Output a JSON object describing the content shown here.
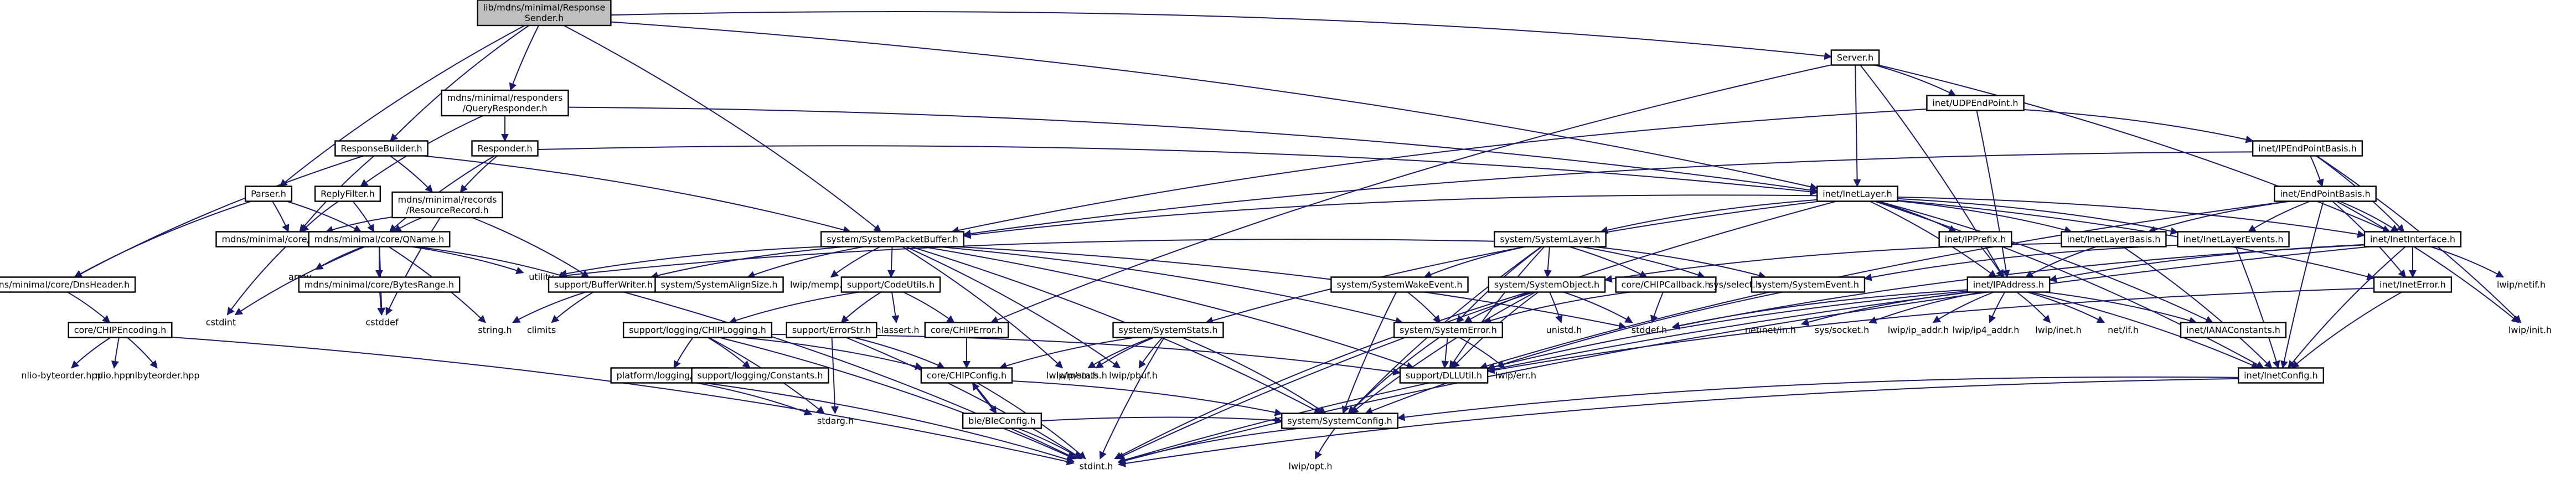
{
  "graph": {
    "colors": {
      "edge": "#191970",
      "root_fill": "#bfbfbf",
      "node_fill": "#ffffff",
      "node_stroke": "#000000"
    },
    "nodes": [
      {
        "id": "root",
        "lines": [
          "lib/mdns/minimal/Response",
          "Sender.h"
        ],
        "root": true
      },
      {
        "id": "server",
        "lines": [
          "Server.h"
        ]
      },
      {
        "id": "qresp",
        "lines": [
          "mdns/minimal/responders",
          "/QueryResponder.h"
        ]
      },
      {
        "id": "udpend",
        "lines": [
          "inet/UDPEndPoint.h"
        ]
      },
      {
        "id": "ipendbasis",
        "lines": [
          "inet/IPEndPointBasis.h"
        ]
      },
      {
        "id": "respbuilder",
        "lines": [
          "ResponseBuilder.h"
        ]
      },
      {
        "id": "responder",
        "lines": [
          "Responder.h"
        ]
      },
      {
        "id": "endbasis",
        "lines": [
          "inet/EndPointBasis.h"
        ]
      },
      {
        "id": "parser",
        "lines": [
          "Parser.h"
        ]
      },
      {
        "id": "replyfilter",
        "lines": [
          "ReplyFilter.h"
        ]
      },
      {
        "id": "resrecord",
        "lines": [
          "mdns/minimal/records",
          "/ResourceRecord.h"
        ]
      },
      {
        "id": "inetlayer",
        "lines": [
          "inet/InetLayer.h"
        ]
      },
      {
        "id": "constants",
        "lines": [
          "mdns/minimal/core/Constants.h"
        ]
      },
      {
        "id": "qname",
        "lines": [
          "mdns/minimal/core/QName.h"
        ]
      },
      {
        "id": "pbuffer",
        "lines": [
          "system/SystemPacketBuffer.h"
        ]
      },
      {
        "id": "syslayer",
        "lines": [
          "system/SystemLayer.h"
        ]
      },
      {
        "id": "ipprefix",
        "lines": [
          "inet/IPPrefix.h"
        ]
      },
      {
        "id": "inetlayerbasis",
        "lines": [
          "inet/InetLayerBasis.h"
        ]
      },
      {
        "id": "inetlayerevents",
        "lines": [
          "inet/InetLayerEvents.h"
        ]
      },
      {
        "id": "inetiface",
        "lines": [
          "inet/InetInterface.h"
        ]
      },
      {
        "id": "dnsheader",
        "lines": [
          "mdns/minimal/core/DnsHeader.h"
        ]
      },
      {
        "id": "array",
        "lines": [
          "array"
        ],
        "plain": true
      },
      {
        "id": "bytesrange",
        "lines": [
          "mdns/minimal/core/BytesRange.h"
        ]
      },
      {
        "id": "utility",
        "lines": [
          "utility"
        ],
        "plain": true
      },
      {
        "id": "bufwriter",
        "lines": [
          "support/BufferWriter.h"
        ]
      },
      {
        "id": "alignsize",
        "lines": [
          "system/SystemAlignSize.h"
        ]
      },
      {
        "id": "lwipmemph",
        "lines": [
          "lwip/memp.h"
        ],
        "plain": true
      },
      {
        "id": "codeutils",
        "lines": [
          "support/CodeUtils.h"
        ]
      },
      {
        "id": "wakeevent",
        "lines": [
          "system/SystemWakeEvent.h"
        ]
      },
      {
        "id": "sysobject",
        "lines": [
          "system/SystemObject.h"
        ]
      },
      {
        "id": "chipcallback",
        "lines": [
          "core/CHIPCallback.h"
        ]
      },
      {
        "id": "sysevent",
        "lines": [
          "system/SystemEvent.h"
        ]
      },
      {
        "id": "sysselect",
        "lines": [
          "sys/select.h"
        ],
        "plain": true
      },
      {
        "id": "ipaddress",
        "lines": [
          "inet/IPAddress.h"
        ]
      },
      {
        "id": "ineterror",
        "lines": [
          "inet/InetError.h"
        ]
      },
      {
        "id": "lwipnetif",
        "lines": [
          "lwip/netif.h"
        ],
        "plain": true
      },
      {
        "id": "cstdint",
        "lines": [
          "cstdint"
        ],
        "plain": true
      },
      {
        "id": "cstddef",
        "lines": [
          "cstddef"
        ],
        "plain": true
      },
      {
        "id": "chipencoding",
        "lines": [
          "core/CHIPEncoding.h"
        ]
      },
      {
        "id": "string",
        "lines": [
          "string.h"
        ],
        "plain": true
      },
      {
        "id": "climits",
        "lines": [
          "climits"
        ],
        "plain": true
      },
      {
        "id": "chiplogging",
        "lines": [
          "support/logging/CHIPLogging.h"
        ]
      },
      {
        "id": "errorstr",
        "lines": [
          "support/ErrorStr.h"
        ]
      },
      {
        "id": "nlassert",
        "lines": [
          "nlassert.h"
        ],
        "plain": true
      },
      {
        "id": "chiperror",
        "lines": [
          "core/CHIPError.h"
        ]
      },
      {
        "id": "sysstats",
        "lines": [
          "system/SystemStats.h"
        ]
      },
      {
        "id": "syserror",
        "lines": [
          "system/SystemError.h"
        ]
      },
      {
        "id": "unistd",
        "lines": [
          "unistd.h"
        ],
        "plain": true
      },
      {
        "id": "stddefh",
        "lines": [
          "stddef.h"
        ],
        "plain": true
      },
      {
        "id": "netinetin",
        "lines": [
          "netinet/in.h"
        ],
        "plain": true
      },
      {
        "id": "syssocket",
        "lines": [
          "sys/socket.h"
        ],
        "plain": true
      },
      {
        "id": "lwipip_addr",
        "lines": [
          "lwip/ip_addr.h"
        ],
        "plain": true
      },
      {
        "id": "lwipip4_addr",
        "lines": [
          "lwip/ip4_addr.h"
        ],
        "plain": true
      },
      {
        "id": "lwipinet",
        "lines": [
          "lwip/inet.h"
        ],
        "plain": true
      },
      {
        "id": "netif",
        "lines": [
          "net/if.h"
        ],
        "plain": true
      },
      {
        "id": "ianaconst",
        "lines": [
          "inet/IANAConstants.h"
        ]
      },
      {
        "id": "lwipinit",
        "lines": [
          "lwip/init.h"
        ],
        "plain": true
      },
      {
        "id": "lwipstats",
        "lines": [
          "lwip/stats.h"
        ],
        "plain": true
      },
      {
        "id": "nlbyteorderhpp",
        "lines": [
          "nlio-byteorder.hpp"
        ],
        "plain": true
      },
      {
        "id": "nliohpp",
        "lines": [
          "nlio.hpp"
        ],
        "plain": true
      },
      {
        "id": "nlbyteorder",
        "lines": [
          "nlbyteorder.hpp"
        ],
        "plain": true
      },
      {
        "id": "platlogging",
        "lines": [
          "platform/logging/LogV.h"
        ]
      },
      {
        "id": "logconstants",
        "lines": [
          "support/logging/Constants.h"
        ]
      },
      {
        "id": "stdarg",
        "lines": [
          "stdarg.h"
        ],
        "plain": true
      },
      {
        "id": "chipconfig",
        "lines": [
          "core/CHIPConfig.h"
        ]
      },
      {
        "id": "lwipmem",
        "lines": [
          "lwip/mem.h"
        ],
        "plain": true
      },
      {
        "id": "lwippbuf",
        "lines": [
          "lwip/pbuf.h"
        ],
        "plain": true
      },
      {
        "id": "dlutil",
        "lines": [
          "support/DLLUtil.h"
        ]
      },
      {
        "id": "lwiperr",
        "lines": [
          "lwip/err.h"
        ],
        "plain": true
      },
      {
        "id": "inetconfig",
        "lines": [
          "inet/InetConfig.h"
        ]
      },
      {
        "id": "bleconfig",
        "lines": [
          "ble/BleConfig.h"
        ]
      },
      {
        "id": "sysconfig",
        "lines": [
          "system/SystemConfig.h"
        ]
      },
      {
        "id": "lwipopt",
        "lines": [
          "lwip/opt.h"
        ],
        "plain": true
      },
      {
        "id": "stdint",
        "lines": [
          "stdint.h"
        ],
        "plain": true
      }
    ],
    "edges": [
      [
        "root",
        "server"
      ],
      [
        "root",
        "qresp"
      ],
      [
        "root",
        "respbuilder"
      ],
      [
        "root",
        "parser"
      ],
      [
        "root",
        "pbuffer"
      ],
      [
        "root",
        "inetlayer"
      ],
      [
        "server",
        "udpend"
      ],
      [
        "server",
        "inetlayer"
      ],
      [
        "server",
        "inetiface"
      ],
      [
        "server",
        "ipaddress"
      ],
      [
        "server",
        "chiperror"
      ],
      [
        "qresp",
        "responder"
      ],
      [
        "qresp",
        "replyfilter"
      ],
      [
        "qresp",
        "inetlayer"
      ],
      [
        "udpend",
        "ipendbasis"
      ],
      [
        "udpend",
        "pbuffer"
      ],
      [
        "udpend",
        "ipaddress"
      ],
      [
        "ipendbasis",
        "endbasis"
      ],
      [
        "ipendbasis",
        "inetiface"
      ],
      [
        "ipendbasis",
        "pbuffer"
      ],
      [
        "ipendbasis",
        "lwipinit"
      ],
      [
        "respbuilder",
        "resrecord"
      ],
      [
        "respbuilder",
        "dnsheader"
      ],
      [
        "respbuilder",
        "constants"
      ],
      [
        "respbuilder",
        "pbuffer"
      ],
      [
        "responder",
        "resrecord"
      ],
      [
        "responder",
        "qname"
      ],
      [
        "responder",
        "inetlayer"
      ],
      [
        "endbasis",
        "inetlayerbasis"
      ],
      [
        "endbasis",
        "inetlayerevents"
      ],
      [
        "endbasis",
        "inetiface"
      ],
      [
        "endbasis",
        "ineterror"
      ],
      [
        "endbasis",
        "inetconfig"
      ],
      [
        "endbasis",
        "dlutil"
      ],
      [
        "endbasis",
        "lwipinit"
      ],
      [
        "parser",
        "constants"
      ],
      [
        "parser",
        "qname"
      ],
      [
        "parser",
        "dnsheader"
      ],
      [
        "replyfilter",
        "qname"
      ],
      [
        "replyfilter",
        "constants"
      ],
      [
        "resrecord",
        "qname"
      ],
      [
        "resrecord",
        "bufwriter"
      ],
      [
        "resrecord",
        "cstddef"
      ],
      [
        "resrecord",
        "constants"
      ],
      [
        "inetlayer",
        "syslayer"
      ],
      [
        "inetlayer",
        "ipprefix"
      ],
      [
        "inetlayer",
        "inetlayerbasis"
      ],
      [
        "inetlayer",
        "inetlayerevents"
      ],
      [
        "inetlayer",
        "inetiface"
      ],
      [
        "inetlayer",
        "ipaddress"
      ],
      [
        "inetlayer",
        "ineterror"
      ],
      [
        "inetlayer",
        "pbuffer"
      ],
      [
        "inetlayer",
        "sysstats"
      ],
      [
        "inetlayer",
        "inetconfig"
      ],
      [
        "inetlayer",
        "ianaconst"
      ],
      [
        "inetlayer",
        "stdint"
      ],
      [
        "constants",
        "cstdint"
      ],
      [
        "qname",
        "array"
      ],
      [
        "qname",
        "bytesrange"
      ],
      [
        "qname",
        "utility"
      ],
      [
        "qname",
        "bufwriter"
      ],
      [
        "qname",
        "string"
      ],
      [
        "qname",
        "cstdint"
      ],
      [
        "qname",
        "cstddef"
      ],
      [
        "pbuffer",
        "bufwriter"
      ],
      [
        "pbuffer",
        "alignsize"
      ],
      [
        "pbuffer",
        "lwipmemph"
      ],
      [
        "pbuffer",
        "codeutils"
      ],
      [
        "pbuffer",
        "syserror"
      ],
      [
        "pbuffer",
        "sysconfig"
      ],
      [
        "pbuffer",
        "dlutil"
      ],
      [
        "pbuffer",
        "lwippbuf"
      ],
      [
        "pbuffer",
        "utility"
      ],
      [
        "pbuffer",
        "stddefh"
      ],
      [
        "pbuffer",
        "lwipmem"
      ],
      [
        "syslayer",
        "wakeevent"
      ],
      [
        "syslayer",
        "sysobject"
      ],
      [
        "syslayer",
        "chipcallback"
      ],
      [
        "syslayer",
        "sysevent"
      ],
      [
        "syslayer",
        "syserror"
      ],
      [
        "syslayer",
        "sysconfig"
      ],
      [
        "syslayer",
        "dlutil"
      ],
      [
        "syslayer",
        "sysselect"
      ],
      [
        "syslayer",
        "utility"
      ],
      [
        "ipprefix",
        "ipaddress"
      ],
      [
        "inetlayerbasis",
        "ipaddress"
      ],
      [
        "inetlayerbasis",
        "inetconfig"
      ],
      [
        "inetlayerbasis",
        "sysobject"
      ],
      [
        "inetlayerevents",
        "sysevent"
      ],
      [
        "inetlayerevents",
        "inetconfig"
      ],
      [
        "inetiface",
        "ineterror"
      ],
      [
        "inetiface",
        "inetconfig"
      ],
      [
        "inetiface",
        "lwipnetif"
      ],
      [
        "inetiface",
        "ipaddress"
      ],
      [
        "inetiface",
        "stdint"
      ],
      [
        "inetiface",
        "stddefh"
      ],
      [
        "dnsheader",
        "chipencoding"
      ],
      [
        "bytesrange",
        "cstddef"
      ],
      [
        "bufwriter",
        "string"
      ],
      [
        "bufwriter",
        "climits"
      ],
      [
        "bufwriter",
        "stdint"
      ],
      [
        "codeutils",
        "chiplogging"
      ],
      [
        "codeutils",
        "errorstr"
      ],
      [
        "codeutils",
        "nlassert"
      ],
      [
        "codeutils",
        "chiperror"
      ],
      [
        "wakeevent",
        "syserror"
      ],
      [
        "wakeevent",
        "sysconfig"
      ],
      [
        "sysobject",
        "syserror"
      ],
      [
        "sysobject",
        "sysconfig"
      ],
      [
        "sysobject",
        "dlutil"
      ],
      [
        "sysobject",
        "unistd"
      ],
      [
        "sysobject",
        "stddefh"
      ],
      [
        "sysobject",
        "stdint"
      ],
      [
        "chipcallback",
        "syserror"
      ],
      [
        "chipcallback",
        "stddefh"
      ],
      [
        "sysevent",
        "sysconfig"
      ],
      [
        "ipaddress",
        "netinetin"
      ],
      [
        "ipaddress",
        "syssocket"
      ],
      [
        "ipaddress",
        "lwipip_addr"
      ],
      [
        "ipaddress",
        "lwipip4_addr"
      ],
      [
        "ipaddress",
        "lwipinet"
      ],
      [
        "ipaddress",
        "netif"
      ],
      [
        "ipaddress",
        "ianaconst"
      ],
      [
        "ipaddress",
        "inetconfig"
      ],
      [
        "ipaddress",
        "dlutil"
      ],
      [
        "ipaddress",
        "stddefh"
      ],
      [
        "ipaddress",
        "stdint"
      ],
      [
        "ineterror",
        "inetconfig"
      ],
      [
        "ineterror",
        "dlutil"
      ],
      [
        "chipencoding",
        "nlbyteorderhpp"
      ],
      [
        "chipencoding",
        "nliohpp"
      ],
      [
        "chipencoding",
        "nlbyteorder"
      ],
      [
        "chipencoding",
        "stdint"
      ],
      [
        "chiplogging",
        "platlogging"
      ],
      [
        "chiplogging",
        "logconstants"
      ],
      [
        "chiplogging",
        "stdarg"
      ],
      [
        "chiplogging",
        "chipconfig"
      ],
      [
        "chiplogging",
        "dlutil"
      ],
      [
        "chiplogging",
        "stdint"
      ],
      [
        "errorstr",
        "stdarg"
      ],
      [
        "errorstr",
        "chipconfig"
      ],
      [
        "errorstr",
        "stdint"
      ],
      [
        "chiperror",
        "chipconfig"
      ],
      [
        "sysstats",
        "sysconfig"
      ],
      [
        "sysstats",
        "chipconfig"
      ],
      [
        "sysstats",
        "lwipmem"
      ],
      [
        "sysstats",
        "lwippbuf"
      ],
      [
        "sysstats",
        "lwipstats"
      ],
      [
        "sysstats",
        "stdint"
      ],
      [
        "syserror",
        "sysconfig"
      ],
      [
        "syserror",
        "dlutil"
      ],
      [
        "syserror",
        "lwiperr"
      ],
      [
        "platlogging",
        "stdarg"
      ],
      [
        "platlogging",
        "stdint"
      ],
      [
        "chipconfig",
        "bleconfig"
      ],
      [
        "chipconfig",
        "sysconfig"
      ],
      [
        "chipconfig",
        "stdint"
      ],
      [
        "bleconfig",
        "chipconfig"
      ],
      [
        "bleconfig",
        "sysconfig"
      ],
      [
        "bleconfig",
        "stdint"
      ],
      [
        "inetconfig",
        "sysconfig"
      ],
      [
        "inetconfig",
        "stdint"
      ],
      [
        "sysconfig",
        "lwipopt"
      ],
      [
        "sysconfig",
        "stdint"
      ]
    ]
  }
}
